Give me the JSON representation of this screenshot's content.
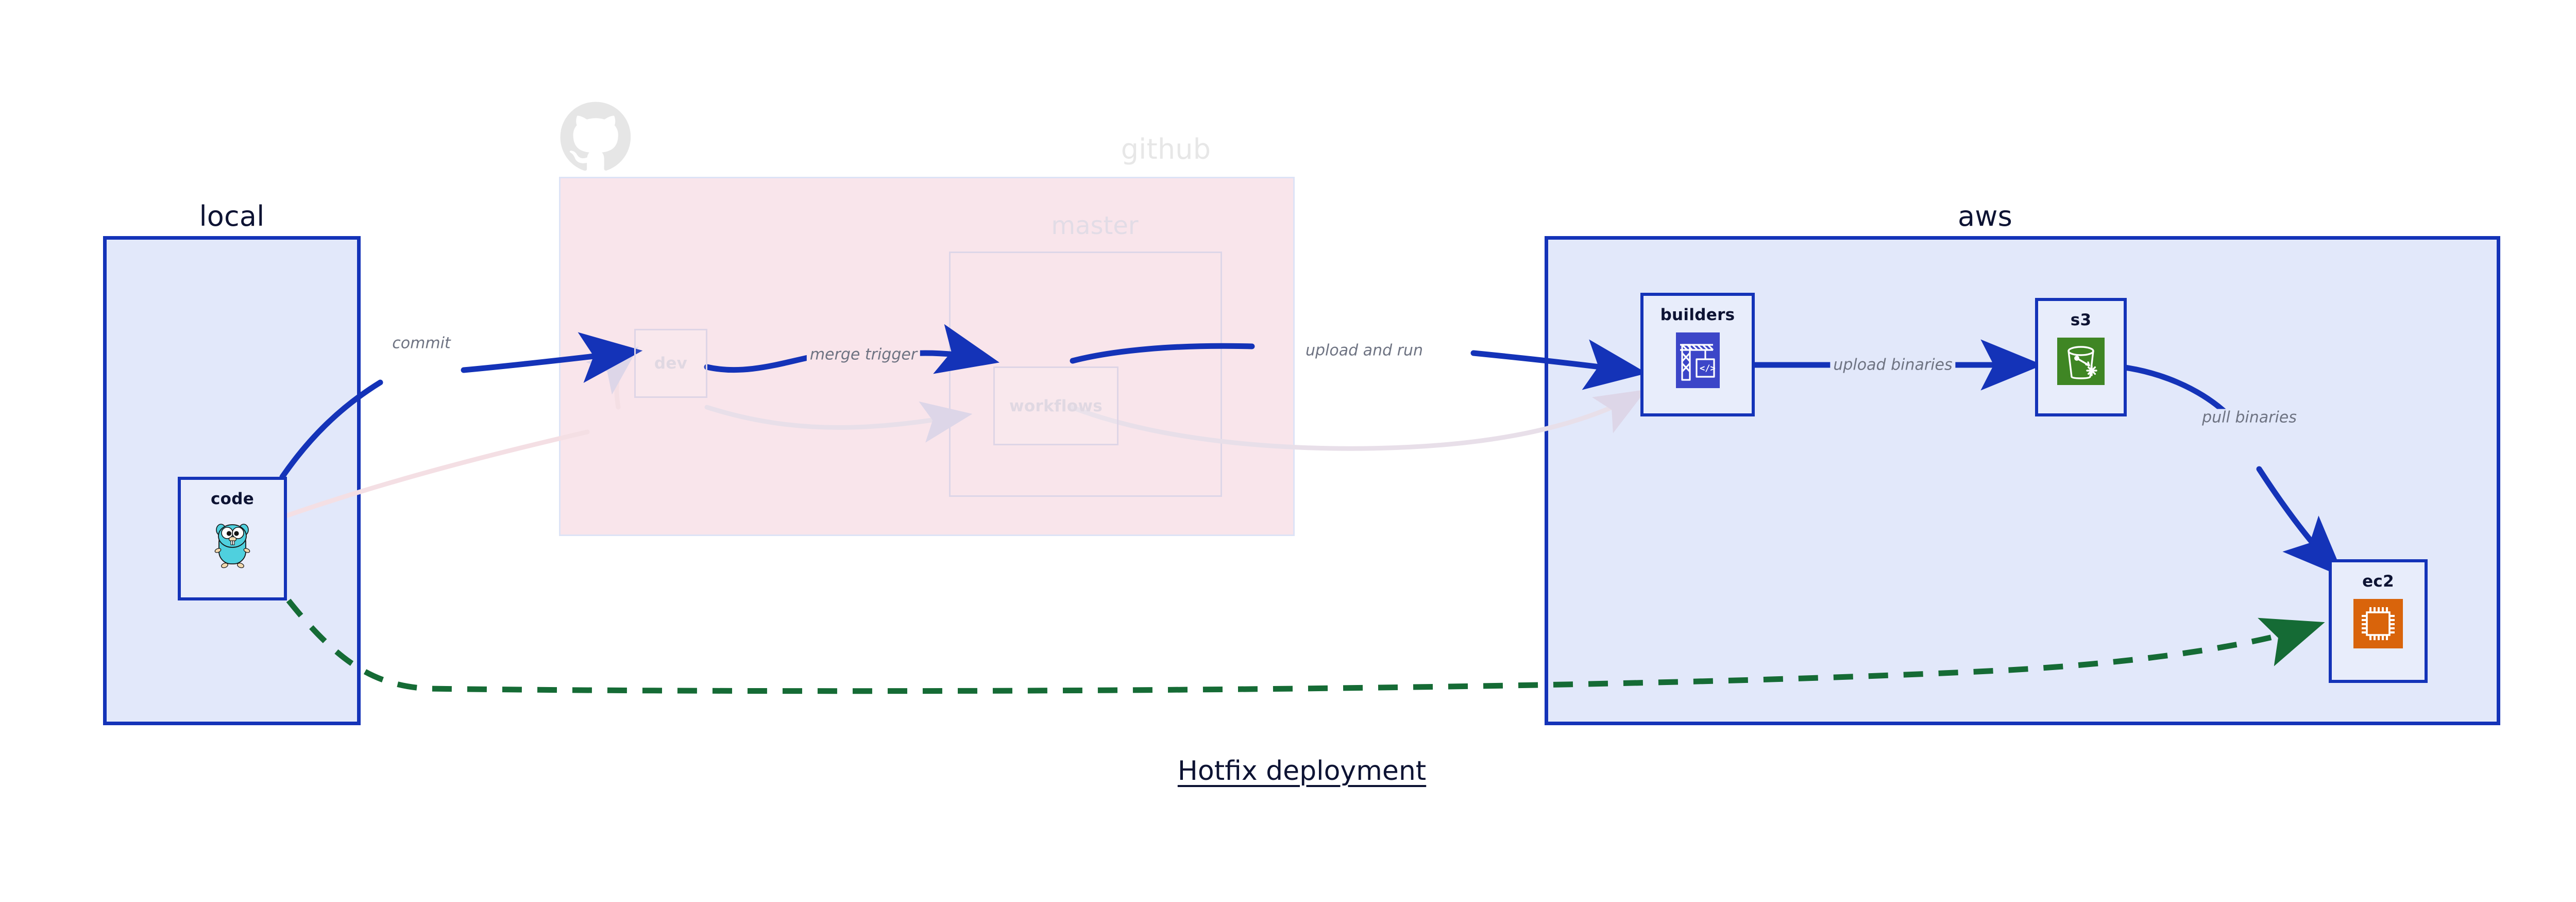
{
  "diagram": {
    "title": "Hotfix deployment",
    "colors": {
      "group_border": "#1433b8",
      "group_fill": "#e2e8fa",
      "github_fill": "#f9e5eb",
      "github_border": "#dde3f6",
      "node_border": "#1433b8",
      "node_fill": "#e8edfb",
      "arrow_active": "#1433b8",
      "arrow_dim": "#ddd6e8",
      "arrow_hotfix": "#156b35",
      "label_text": "#6e7382",
      "title_text": "#0d1333",
      "dim_text": "#e0d8e2",
      "s3_green": "#3f8624",
      "ec2_orange": "#d9640b",
      "builders_blue": "#3c46c8",
      "gopher_cyan": "#4fd0de"
    }
  },
  "groups": [
    {
      "id": "local",
      "label": "local",
      "dimmed": false
    },
    {
      "id": "github",
      "label": "github",
      "dimmed": true
    },
    {
      "id": "aws",
      "label": "aws",
      "dimmed": false
    }
  ],
  "subgroups": [
    {
      "id": "master",
      "label": "master",
      "parent": "github",
      "dimmed": true
    }
  ],
  "nodes": [
    {
      "id": "code",
      "label": "code",
      "icon": "go-gopher-icon",
      "group": "local",
      "dimmed": false
    },
    {
      "id": "dev",
      "label": "dev",
      "icon": "",
      "group": "github",
      "dimmed": true
    },
    {
      "id": "workflows",
      "label": "workflows",
      "icon": "",
      "group": "master",
      "dimmed": true
    },
    {
      "id": "builders",
      "label": "builders",
      "icon": "crane-code-icon",
      "group": "aws",
      "dimmed": false
    },
    {
      "id": "s3",
      "label": "s3",
      "icon": "s3-bucket-icon",
      "group": "aws",
      "dimmed": false
    },
    {
      "id": "ec2",
      "label": "ec2",
      "icon": "cpu-chip-icon",
      "group": "aws",
      "dimmed": false
    }
  ],
  "edges": [
    {
      "id": "commit",
      "from": "code",
      "to": "dev",
      "label": "commit",
      "style": "solid",
      "state": "active"
    },
    {
      "id": "merge-trigger",
      "from": "dev",
      "to": "workflows",
      "label": "merge trigger",
      "style": "solid",
      "state": "active"
    },
    {
      "id": "upload-and-run",
      "from": "workflows",
      "to": "builders",
      "label": "upload and run",
      "style": "solid",
      "state": "active"
    },
    {
      "id": "upload-binaries",
      "from": "builders",
      "to": "s3",
      "label": "upload binaries",
      "style": "solid",
      "state": "active"
    },
    {
      "id": "pull-binaries",
      "from": "s3",
      "to": "ec2",
      "label": "pull binaries",
      "style": "solid",
      "state": "active"
    },
    {
      "id": "hotfix-direct",
      "from": "code",
      "to": "ec2",
      "label": "",
      "style": "dashed",
      "state": "hotfix"
    },
    {
      "id": "dim-code-dev",
      "from": "code",
      "to": "dev",
      "label": "",
      "style": "solid",
      "state": "dimmed"
    },
    {
      "id": "dim-dev-wf",
      "from": "dev",
      "to": "workflows",
      "label": "",
      "style": "solid",
      "state": "dimmed"
    },
    {
      "id": "dim-wf-builders",
      "from": "workflows",
      "to": "builders",
      "label": "",
      "style": "solid",
      "state": "dimmed"
    }
  ],
  "logos": [
    {
      "id": "github-octocat",
      "name": "github-octocat-icon",
      "dimmed": true
    }
  ]
}
